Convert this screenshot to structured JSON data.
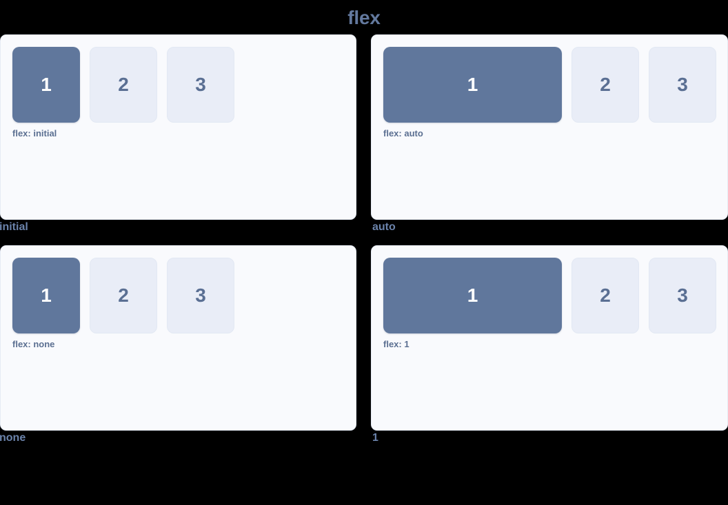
{
  "page": {
    "title": "flex",
    "background_color": "#000000",
    "title_color": "#63799e"
  },
  "theme": {
    "panel_bg": "#f9fafd",
    "panel_border": "#e6ebf4",
    "primary_box_bg": "#60779c",
    "primary_box_text": "#ffffff",
    "plain_box_bg": "#e9edf7",
    "plain_box_border": "#e2e8f3",
    "plain_box_text": "#5a6f93",
    "label_color": "#5b6f91",
    "caption_color": "#6b83ab"
  },
  "demos": [
    {
      "caption": "initial",
      "property_label": "flex: initial",
      "mode": "mode-initial",
      "boxes": [
        {
          "number": "1",
          "style": "primary"
        },
        {
          "number": "2",
          "style": "plain"
        },
        {
          "number": "3",
          "style": "plain"
        }
      ]
    },
    {
      "caption": "auto",
      "property_label": "flex: auto",
      "mode": "mode-auto",
      "boxes": [
        {
          "number": "1",
          "style": "primary"
        },
        {
          "number": "2",
          "style": "plain"
        },
        {
          "number": "3",
          "style": "plain"
        }
      ]
    },
    {
      "caption": "none",
      "property_label": "flex: none",
      "mode": "mode-none",
      "boxes": [
        {
          "number": "1",
          "style": "primary"
        },
        {
          "number": "2",
          "style": "plain"
        },
        {
          "number": "3",
          "style": "plain"
        }
      ]
    },
    {
      "caption": "1",
      "property_label": "flex: 1",
      "mode": "mode-one",
      "boxes": [
        {
          "number": "1",
          "style": "primary"
        },
        {
          "number": "2",
          "style": "plain"
        },
        {
          "number": "3",
          "style": "plain"
        }
      ]
    }
  ]
}
